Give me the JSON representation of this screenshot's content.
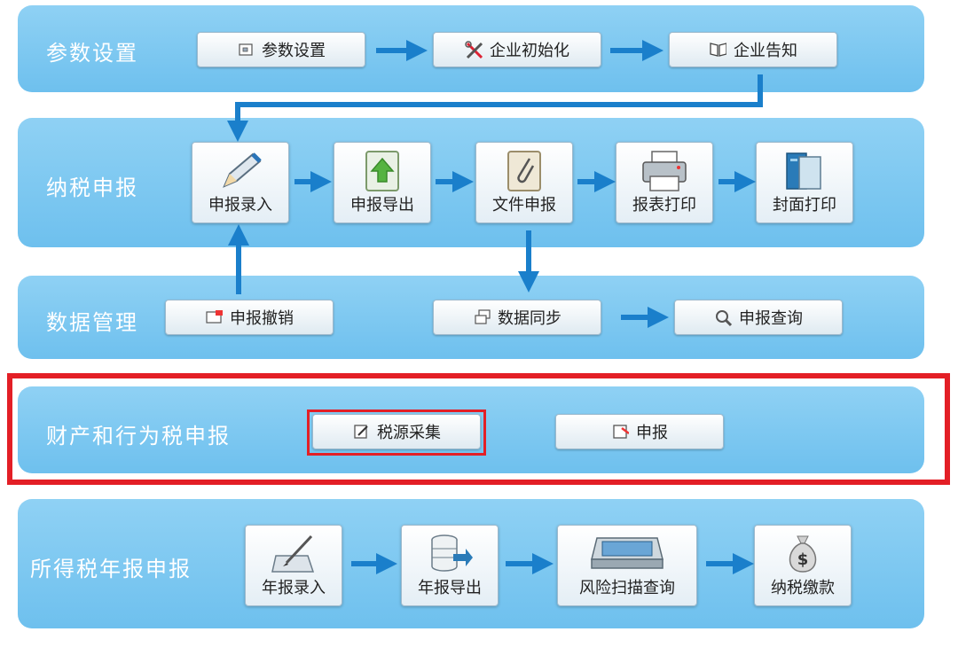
{
  "param_section": {
    "title": "参数设置",
    "buttons": [
      "参数设置",
      "企业初始化",
      "企业告知"
    ]
  },
  "tax_declare_section": {
    "title": "纳税申报",
    "tiles": [
      "申报录入",
      "申报导出",
      "文件申报",
      "报表打印",
      "封面打印"
    ]
  },
  "data_mgmt_section": {
    "title": "数据管理",
    "buttons": [
      "申报撤销",
      "数据同步",
      "申报查询"
    ]
  },
  "property_tax_section": {
    "title": "财产和行为税申报",
    "buttons": [
      "税源采集",
      "申报"
    ]
  },
  "income_tax_section": {
    "title": "所得税年报申报",
    "tiles": [
      "年报录入",
      "年报导出",
      "风险扫描查询",
      "纳税缴款"
    ]
  },
  "colors": {
    "panel": "#7cc7f0",
    "arrow": "#1a7fcb",
    "highlight": "#e31f26"
  }
}
